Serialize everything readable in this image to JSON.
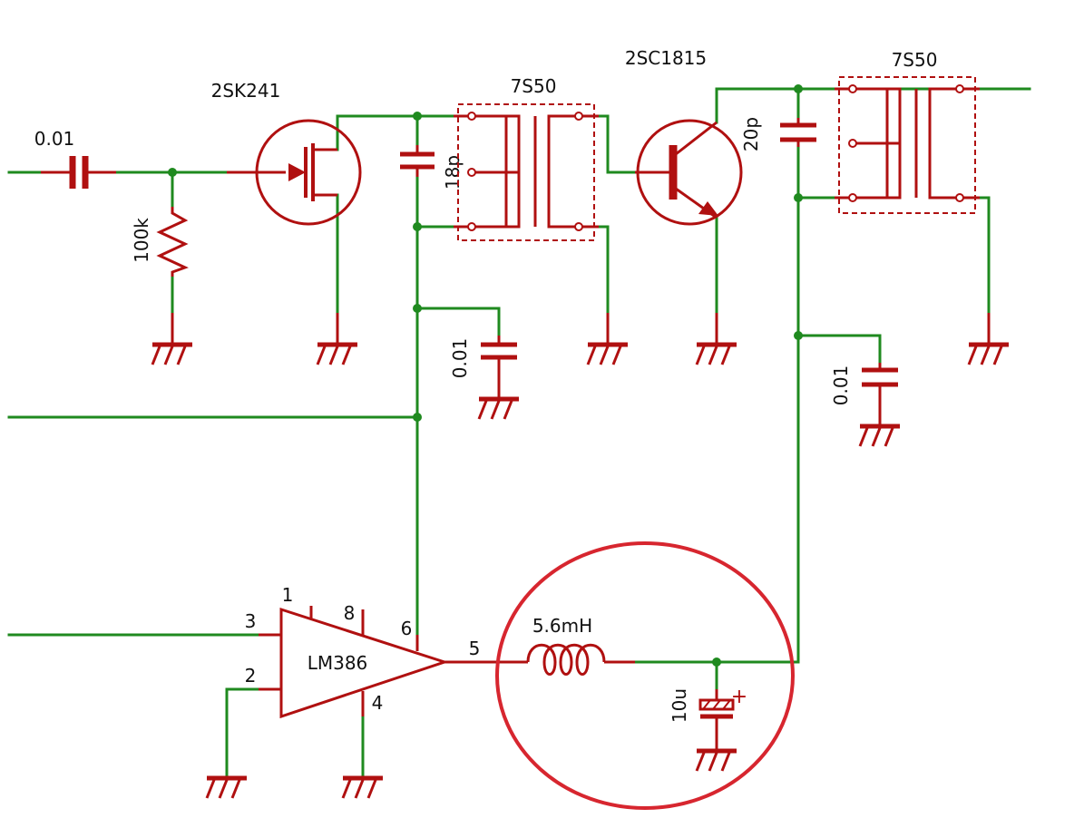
{
  "labels": {
    "c_in": "0.01",
    "r_gate": "100k",
    "fet": "2SK241",
    "c_tune1": "18p",
    "ifr1": "7S50",
    "c_bypass1": "0.01",
    "bjt": "2SC1815",
    "c_tune2": "20p",
    "ifr2": "7S50",
    "c_bypass2": "0.01",
    "amp": "LM386",
    "pin1": "1",
    "pin8": "8",
    "pin3": "3",
    "pin2": "2",
    "pin6": "6",
    "pin4": "4",
    "pin5": "5",
    "inductor": "5.6mH",
    "c_elec": "10u",
    "plus": "+"
  },
  "colors": {
    "wire": "#1f8a1f",
    "component": "#b01010",
    "highlight": "#d7262f"
  }
}
